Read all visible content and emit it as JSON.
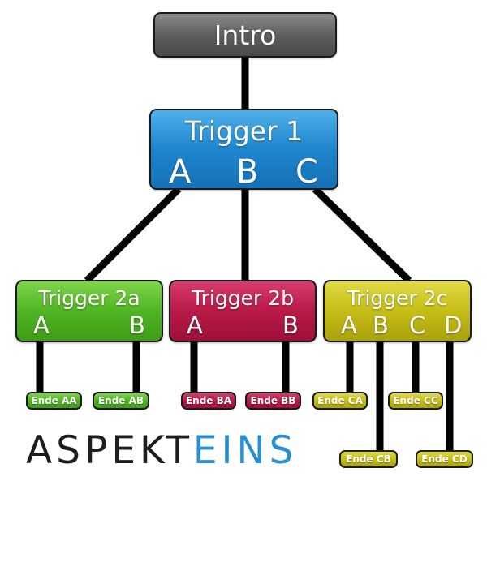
{
  "colors": {
    "line": "#000000",
    "intro": "#5e5e5e",
    "trigger1": "#1f86cf",
    "trigger2a": "#4fb523",
    "trigger2b": "#b81a47",
    "trigger2c": "#c6bd18",
    "logo_dark": "#1d1d1b",
    "logo_light": "#2a8fd2"
  },
  "intro": {
    "title": "Intro"
  },
  "trigger1": {
    "title": "Trigger 1",
    "options": [
      "A",
      "B",
      "C"
    ]
  },
  "trigger2a": {
    "title": "Trigger 2a",
    "options": [
      "A",
      "B"
    ]
  },
  "trigger2b": {
    "title": "Trigger 2b",
    "options": [
      "A",
      "B"
    ]
  },
  "trigger2c": {
    "title": "Trigger 2c",
    "options": [
      "A",
      "B",
      "C",
      "D"
    ]
  },
  "endings": {
    "aa": "Ende AA",
    "ab": "Ende AB",
    "ba": "Ende BA",
    "bb": "Ende BB",
    "ca": "Ende CA",
    "cc": "Ende CC",
    "cb": "Ende CB",
    "cd": "Ende CD"
  },
  "logo": {
    "part1": "ASPEKT",
    "part2": "EINS"
  }
}
